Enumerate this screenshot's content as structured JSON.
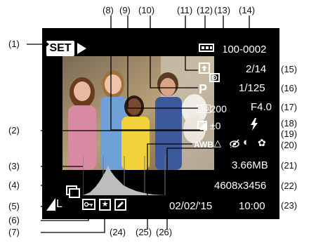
{
  "callouts": {
    "c1": "(1)",
    "c2": "(2)",
    "c3": "(3)",
    "c4": "(4)",
    "c5": "(5)",
    "c6": "(6)",
    "c7": "(7)",
    "c8": "(8)",
    "c9": "(9)",
    "c10": "(10)",
    "c11": "(11)",
    "c12": "(12)",
    "c13": "(13)",
    "c14": "(14)",
    "c15": "(15)",
    "c16": "(16)",
    "c17": "(17)",
    "c18": "(18)",
    "c19": "(19)",
    "c20": "(20)",
    "c21": "(21)",
    "c22": "(22)",
    "c23": "(23)",
    "c24": "(24)",
    "c25": "(25)",
    "c26": "(26)"
  },
  "screen": {
    "set_label": "SET",
    "folder_file": "100-0002",
    "image_count": "2/14",
    "shutter_speed": "1/125",
    "aperture": "F4.0",
    "shooting_mode": "P",
    "iso_label": "ISO",
    "iso_value": "200",
    "exposure_comp": "±0",
    "white_balance": "AWB",
    "file_size": "3.66MB",
    "resolution": "4608x3456",
    "date": "02/02/'15",
    "time": "10:00",
    "image_quality_size": "L"
  },
  "icons": [
    "play-icon",
    "battery-icon",
    "upload-icon",
    "metering-icon",
    "flash-icon",
    "macro-icon",
    "lock-icon",
    "star-icon",
    "edit-icon",
    "drive-icon",
    "quality-icon",
    "exposure-comp-icon",
    "red-eye-icon",
    "i-contrast-icon",
    "wb-correction-icon"
  ],
  "colors": {
    "screen": "#000000",
    "text": "#ffffff"
  }
}
